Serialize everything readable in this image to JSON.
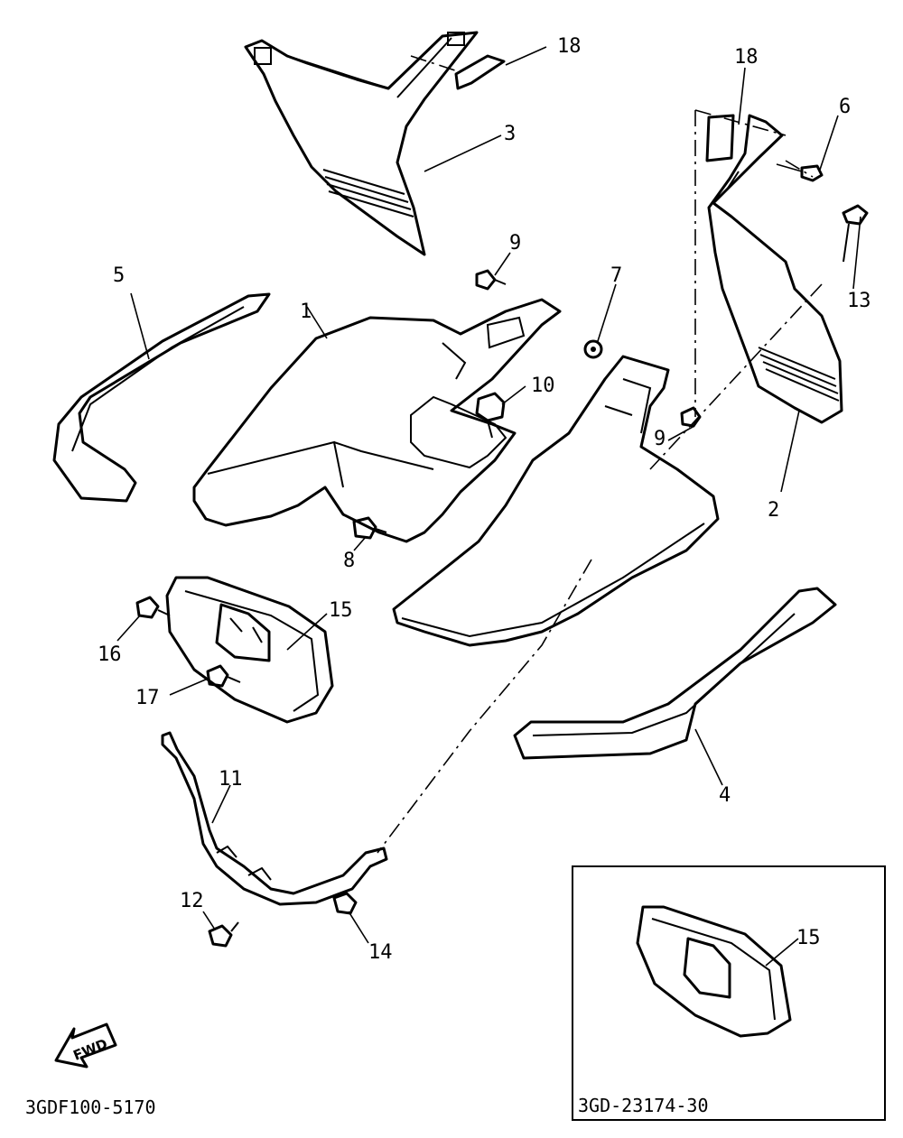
{
  "callouts": {
    "c1": "1",
    "c2": "2",
    "c3": "3",
    "c4": "4",
    "c5": "5",
    "c6": "6",
    "c7": "7",
    "c8": "8",
    "c9a": "9",
    "c9b": "9",
    "c10": "10",
    "c11": "11",
    "c12": "12",
    "c13": "13",
    "c14": "14",
    "c15a": "15",
    "c15b": "15",
    "c16": "16",
    "c17": "17",
    "c18a": "18",
    "c18b": "18"
  },
  "direction_arrow": {
    "label": "FWD"
  },
  "figure_code": "3GDF100-5170",
  "inset": {
    "part_number": "3GD-23174-30"
  }
}
